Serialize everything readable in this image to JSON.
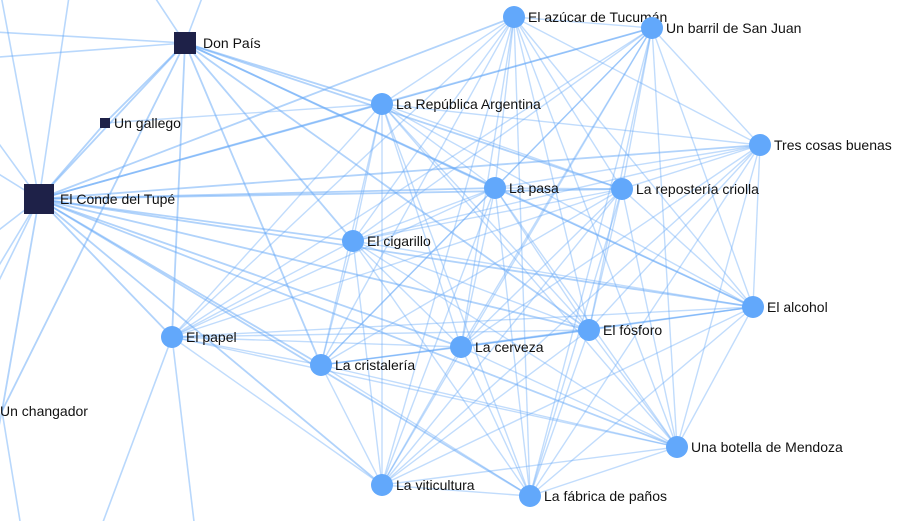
{
  "colors": {
    "edge": "#64a8f8",
    "node_circle": "#62a8fb",
    "node_square": "#1e2148",
    "label": "#111111"
  },
  "nodes": [
    {
      "id": "azucar",
      "label": "El azúcar de Tucumán",
      "shape": "circle"
    },
    {
      "id": "barril",
      "label": "Un barril de San Juan",
      "shape": "circle"
    },
    {
      "id": "donpais",
      "label": "Don País",
      "shape": "square"
    },
    {
      "id": "gallego",
      "label": "Un gallego",
      "shape": "square-small"
    },
    {
      "id": "republica",
      "label": "La República Argentina",
      "shape": "circle"
    },
    {
      "id": "tres",
      "label": "Tres cosas buenas",
      "shape": "circle"
    },
    {
      "id": "conde",
      "label": "El Conde del Tupé",
      "shape": "square-large"
    },
    {
      "id": "pasa",
      "label": "La pasa",
      "shape": "circle"
    },
    {
      "id": "reposteria",
      "label": "La repostería criolla",
      "shape": "circle"
    },
    {
      "id": "cigarillo",
      "label": "El cigarillo",
      "shape": "circle"
    },
    {
      "id": "alcohol",
      "label": "El alcohol",
      "shape": "circle"
    },
    {
      "id": "fosforo",
      "label": "El fósforo",
      "shape": "circle"
    },
    {
      "id": "papel",
      "label": "El papel",
      "shape": "circle"
    },
    {
      "id": "cerveza",
      "label": "La cerveza",
      "shape": "circle"
    },
    {
      "id": "cristaleria",
      "label": "La cristalería",
      "shape": "circle"
    },
    {
      "id": "changador",
      "label": "Un changador",
      "shape": "none"
    },
    {
      "id": "botella",
      "label": "Una botella de Mendoza",
      "shape": "circle"
    },
    {
      "id": "viticultura",
      "label": "La viticultura",
      "shape": "circle"
    },
    {
      "id": "fabrica",
      "label": "La fábrica de paños",
      "shape": "circle"
    }
  ],
  "edges": [
    [
      "conde",
      "donpais"
    ],
    [
      "conde",
      "gallego"
    ],
    [
      "conde",
      "republica"
    ],
    [
      "conde",
      "pasa"
    ],
    [
      "conde",
      "reposteria"
    ],
    [
      "conde",
      "cigarillo"
    ],
    [
      "conde",
      "alcohol"
    ],
    [
      "conde",
      "fosforo"
    ],
    [
      "conde",
      "papel"
    ],
    [
      "conde",
      "cerveza"
    ],
    [
      "conde",
      "cristaleria"
    ],
    [
      "conde",
      "changador"
    ],
    [
      "conde",
      "azucar"
    ],
    [
      "conde",
      "barril"
    ],
    [
      "conde",
      "tres"
    ],
    [
      "conde",
      "botella"
    ],
    [
      "conde",
      "viticultura"
    ],
    [
      "conde",
      "fabrica"
    ],
    [
      "donpais",
      "gallego"
    ],
    [
      "donpais",
      "republica"
    ],
    [
      "donpais",
      "pasa"
    ],
    [
      "donpais",
      "cigarillo"
    ],
    [
      "donpais",
      "papel"
    ],
    [
      "donpais",
      "cristaleria"
    ],
    [
      "donpais",
      "fosforo"
    ],
    [
      "donpais",
      "alcohol"
    ],
    [
      "donpais",
      "reposteria"
    ],
    [
      "donpais",
      "changador"
    ],
    [
      "gallego",
      "republica"
    ],
    [
      "republica",
      "azucar"
    ],
    [
      "republica",
      "barril"
    ],
    [
      "republica",
      "tres"
    ],
    [
      "republica",
      "pasa"
    ],
    [
      "republica",
      "reposteria"
    ],
    [
      "republica",
      "cigarillo"
    ],
    [
      "republica",
      "alcohol"
    ],
    [
      "republica",
      "fosforo"
    ],
    [
      "republica",
      "papel"
    ],
    [
      "republica",
      "cerveza"
    ],
    [
      "republica",
      "cristaleria"
    ],
    [
      "republica",
      "botella"
    ],
    [
      "republica",
      "viticultura"
    ],
    [
      "republica",
      "fabrica"
    ],
    [
      "azucar",
      "barril"
    ],
    [
      "azucar",
      "tres"
    ],
    [
      "azucar",
      "pasa"
    ],
    [
      "azucar",
      "reposteria"
    ],
    [
      "azucar",
      "cigarillo"
    ],
    [
      "azucar",
      "alcohol"
    ],
    [
      "azucar",
      "fosforo"
    ],
    [
      "azucar",
      "papel"
    ],
    [
      "azucar",
      "cerveza"
    ],
    [
      "azucar",
      "cristaleria"
    ],
    [
      "azucar",
      "botella"
    ],
    [
      "azucar",
      "viticultura"
    ],
    [
      "azucar",
      "fabrica"
    ],
    [
      "barril",
      "tres"
    ],
    [
      "barril",
      "pasa"
    ],
    [
      "barril",
      "reposteria"
    ],
    [
      "barril",
      "cigarillo"
    ],
    [
      "barril",
      "alcohol"
    ],
    [
      "barril",
      "fosforo"
    ],
    [
      "barril",
      "papel"
    ],
    [
      "barril",
      "cerveza"
    ],
    [
      "barril",
      "cristaleria"
    ],
    [
      "barril",
      "botella"
    ],
    [
      "barril",
      "viticultura"
    ],
    [
      "barril",
      "fabrica"
    ],
    [
      "tres",
      "pasa"
    ],
    [
      "tres",
      "reposteria"
    ],
    [
      "tres",
      "cigarillo"
    ],
    [
      "tres",
      "alcohol"
    ],
    [
      "tres",
      "fosforo"
    ],
    [
      "tres",
      "cerveza"
    ],
    [
      "tres",
      "botella"
    ],
    [
      "tres",
      "viticultura"
    ],
    [
      "tres",
      "fabrica"
    ],
    [
      "pasa",
      "reposteria"
    ],
    [
      "pasa",
      "cigarillo"
    ],
    [
      "pasa",
      "alcohol"
    ],
    [
      "pasa",
      "fosforo"
    ],
    [
      "pasa",
      "papel"
    ],
    [
      "pasa",
      "cerveza"
    ],
    [
      "pasa",
      "cristaleria"
    ],
    [
      "pasa",
      "botella"
    ],
    [
      "pasa",
      "viticultura"
    ],
    [
      "pasa",
      "fabrica"
    ],
    [
      "reposteria",
      "cigarillo"
    ],
    [
      "reposteria",
      "alcohol"
    ],
    [
      "reposteria",
      "fosforo"
    ],
    [
      "reposteria",
      "papel"
    ],
    [
      "reposteria",
      "cerveza"
    ],
    [
      "reposteria",
      "cristaleria"
    ],
    [
      "reposteria",
      "botella"
    ],
    [
      "reposteria",
      "viticultura"
    ],
    [
      "reposteria",
      "fabrica"
    ],
    [
      "cigarillo",
      "alcohol"
    ],
    [
      "cigarillo",
      "fosforo"
    ],
    [
      "cigarillo",
      "papel"
    ],
    [
      "cigarillo",
      "cerveza"
    ],
    [
      "cigarillo",
      "cristaleria"
    ],
    [
      "cigarillo",
      "botella"
    ],
    [
      "cigarillo",
      "viticultura"
    ],
    [
      "cigarillo",
      "fabrica"
    ],
    [
      "alcohol",
      "fosforo"
    ],
    [
      "alcohol",
      "papel"
    ],
    [
      "alcohol",
      "cerveza"
    ],
    [
      "alcohol",
      "cristaleria"
    ],
    [
      "alcohol",
      "botella"
    ],
    [
      "alcohol",
      "viticultura"
    ],
    [
      "alcohol",
      "fabrica"
    ],
    [
      "fosforo",
      "papel"
    ],
    [
      "fosforo",
      "cerveza"
    ],
    [
      "fosforo",
      "cristaleria"
    ],
    [
      "fosforo",
      "botella"
    ],
    [
      "fosforo",
      "viticultura"
    ],
    [
      "fosforo",
      "fabrica"
    ],
    [
      "papel",
      "cerveza"
    ],
    [
      "papel",
      "cristaleria"
    ],
    [
      "papel",
      "botella"
    ],
    [
      "papel",
      "viticultura"
    ],
    [
      "cerveza",
      "cristaleria"
    ],
    [
      "cerveza",
      "botella"
    ],
    [
      "cerveza",
      "viticultura"
    ],
    [
      "cerveza",
      "fabrica"
    ],
    [
      "cristaleria",
      "botella"
    ],
    [
      "cristaleria",
      "viticultura"
    ],
    [
      "cristaleria",
      "fabrica"
    ],
    [
      "botella",
      "viticultura"
    ],
    [
      "botella",
      "fabrica"
    ],
    [
      "viticultura",
      "fabrica"
    ]
  ]
}
